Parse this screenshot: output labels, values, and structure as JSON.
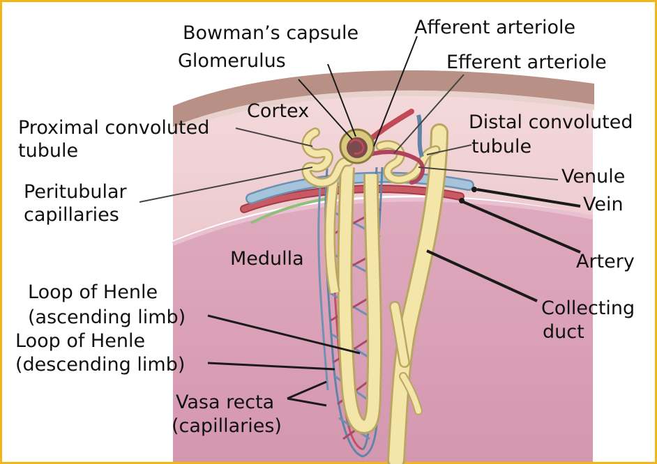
{
  "labels": {
    "bowmans_capsule": "Bowman’s capsule",
    "glomerulus": "Glomerulus",
    "afferent_arteriole": "Afferent arteriole",
    "efferent_arteriole": "Efferent arteriole",
    "cortex": "Cortex",
    "proximal_line1": "Proximal convoluted",
    "proximal_line2": "tubule",
    "distal_line1": "Distal convoluted",
    "distal_line2": "tubule",
    "venule": "Venule",
    "vein": "Vein",
    "peritubular_line1": "Peritubular",
    "peritubular_line2": "capillaries",
    "artery": "Artery",
    "medulla": "Medulla",
    "loop_asc_line1": "Loop of Henle",
    "loop_asc_line2": "(ascending limb)",
    "loop_desc_line1": "Loop of Henle",
    "loop_desc_line2": "(descending limb)",
    "collecting_line1": "Collecting",
    "collecting_line2": "duct",
    "vasa_line1": "Vasa recta",
    "vasa_line2": "(capillaries)"
  },
  "colors": {
    "border": "#f2b619",
    "cortex": "#f1d3d6",
    "medulla": "#d9a0b6",
    "capsule": "#b88f86",
    "tubule": "#f3e6a8",
    "tubule_outline": "#c9b670",
    "vein_blue": "#8fb1cf",
    "artery_red": "#c04a55"
  }
}
